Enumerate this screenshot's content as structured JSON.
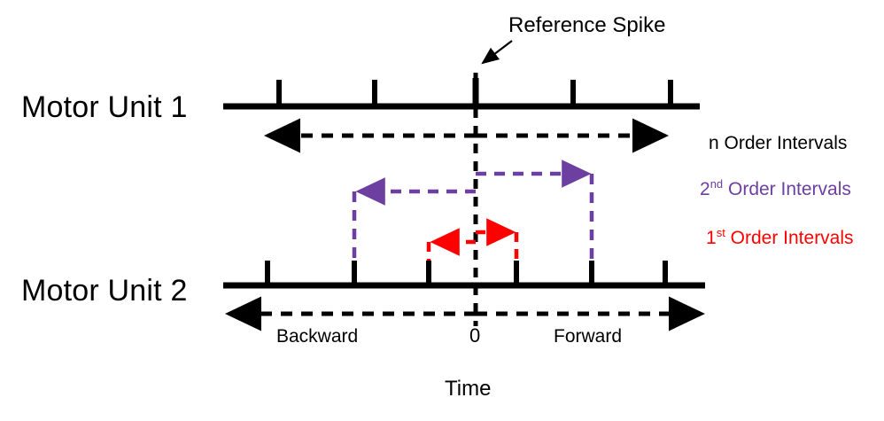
{
  "figure": {
    "title_annotation": "Reference Spike",
    "time_axis_label": "Time",
    "zero_label": "0",
    "backward_label": "Backward",
    "forward_label": "Forward"
  },
  "rows": [
    {
      "name": "Motor Unit 1",
      "label": "Motor Unit 1"
    },
    {
      "name": "Motor Unit 2",
      "label": "Motor Unit 2"
    }
  ],
  "legend": [
    {
      "label": "n Order Intervals",
      "prefix": "n",
      "sup": "",
      "rest": " Order Intervals",
      "color": "#000000"
    },
    {
      "label": "2nd Order Intervals",
      "prefix": "2",
      "sup": "nd",
      "rest": " Order Intervals",
      "color": "#6D3FA0"
    },
    {
      "label": "1st Order Intervals",
      "prefix": "1",
      "sup": "st",
      "rest": " Order Intervals",
      "color": "#FF0000"
    }
  ],
  "colors": {
    "black": "#000000",
    "purple": "#6D3FA0",
    "red": "#FF0000",
    "background": "#FFFFFF"
  },
  "chart_data": {
    "type": "raster",
    "title": "Reference Spike",
    "xlabel": "Time",
    "ylabel": "",
    "xlim": [
      252,
      796
    ],
    "reference_time_x": 537,
    "zero_tick_label": "0",
    "direction_labels": {
      "negative": "Backward",
      "positive": "Forward"
    },
    "series": [
      {
        "name": "Motor Unit 1",
        "baseline_y": 120,
        "baseline_x0": 252,
        "baseline_x1": 790,
        "spike_x": [
          315,
          423,
          537,
          647,
          757
        ],
        "spike_height": 28
      },
      {
        "name": "Motor Unit 2",
        "baseline_y": 322,
        "baseline_x0": 252,
        "baseline_x1": 796,
        "spike_x": [
          302,
          400,
          484,
          583,
          668,
          751
        ],
        "spike_height": 28
      }
    ],
    "interval_markers": [
      {
        "order": "n",
        "color": "#000000",
        "style": "double-arrow",
        "y": 153,
        "x_start": 298,
        "x_end": 755
      },
      {
        "order": "2nd",
        "color": "#6D3FA0",
        "style": "bracket-pair",
        "backward": {
          "from_x": 537,
          "to_x": 400,
          "y": 215,
          "drop_to_y": 308
        },
        "forward": {
          "from_x": 537,
          "to_x": 668,
          "y": 196,
          "drop_to_y": 308
        }
      },
      {
        "order": "1st",
        "color": "#FF0000",
        "style": "bracket-pair",
        "backward": {
          "from_x": 537,
          "to_x": 484,
          "y": 272,
          "drop_to_y": 308
        },
        "forward": {
          "from_x": 537,
          "to_x": 583,
          "y": 262,
          "drop_to_y": 308
        }
      }
    ],
    "reference_line": {
      "x": 537,
      "y0": 82,
      "y1": 368,
      "dashed": true
    },
    "time_axis": {
      "y": 354,
      "x_start": 253,
      "x_end": 796,
      "double_headed": true,
      "dashed": true
    },
    "grid": false,
    "legend_position": "right"
  }
}
